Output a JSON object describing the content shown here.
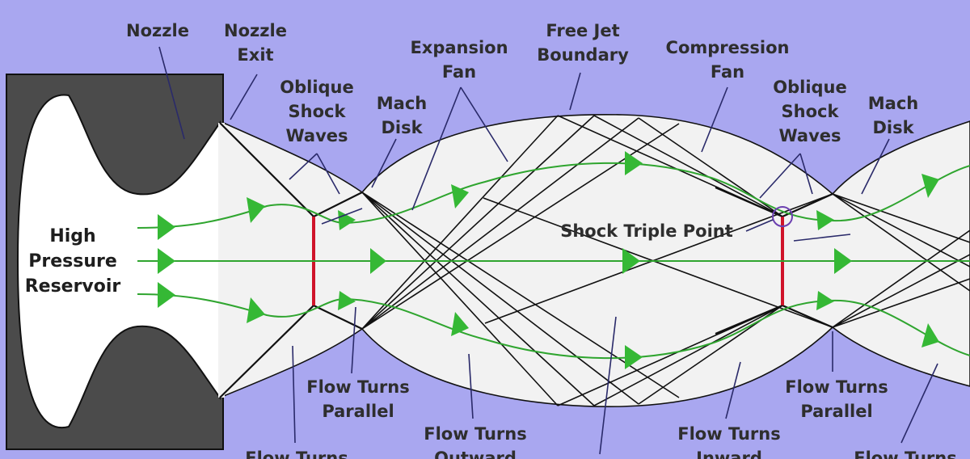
{
  "labels": {
    "nozzle": "Nozzle",
    "nozzle_exit_1": "Nozzle",
    "nozzle_exit_2": "Exit",
    "oblique_1a": "Oblique",
    "oblique_1b": "Shock",
    "oblique_1c": "Waves",
    "mach_1a": "Mach",
    "mach_1b": "Disk",
    "expansion_a": "Expansion",
    "expansion_b": "Fan",
    "freejet_a": "Free Jet",
    "freejet_b": "Boundary",
    "compression_a": "Compression",
    "compression_b": "Fan",
    "oblique_2a": "Oblique",
    "oblique_2b": "Shock",
    "oblique_2c": "Waves",
    "mach_2a": "Mach",
    "mach_2b": "Disk",
    "reservoir_a": "High",
    "reservoir_b": "Pressure",
    "reservoir_c": "Reservoir",
    "triple_point": "Shock Triple Point",
    "parallel_1a": "Flow Turns",
    "parallel_1b": "Parallel",
    "outward_a": "Flow Turns",
    "outward_b": "Outward",
    "inward_a": "Flow Turns",
    "inward_b": "Inward",
    "parallel_2a": "Flow Turns",
    "parallel_2b": "Parallel",
    "bottom_left": "Flow Turns",
    "bottom_right": "Flow Turns"
  },
  "colors": {
    "background": "#a9a7f0",
    "jet": "#f4f4f4",
    "nozzle_body": "#4b4b4b",
    "mach_disk": "#d0142a",
    "streamline": "#2fa52f"
  }
}
